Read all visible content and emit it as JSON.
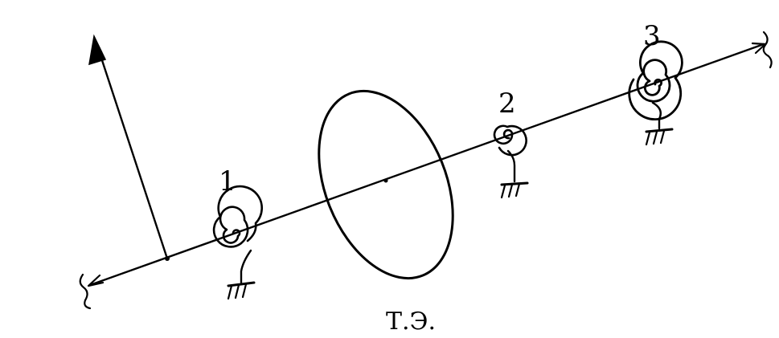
{
  "labels": {
    "spring_1": "1",
    "spring_2": "2",
    "spring_3": "3",
    "caption": "Т.Э."
  },
  "colors": {
    "ink": "#000000",
    "background": "#ffffff"
  },
  "icons": {
    "shaft_end_symbol": "wavy-break-mark",
    "ground_symbol": "hatched-ground",
    "spring_symbol": "spiral-spring"
  }
}
